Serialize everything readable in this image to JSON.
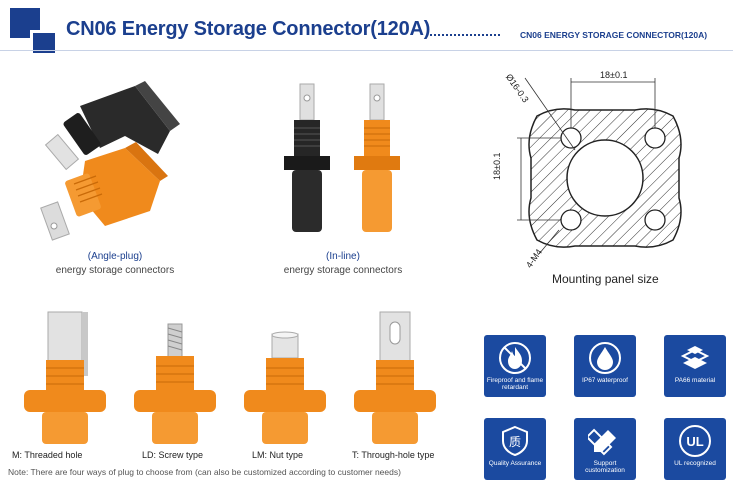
{
  "header": {
    "title": "CN06 Energy Storage Connector(120A)",
    "dots": "...............",
    "subtitle": "CN06 ENERGY STORAGE CONNECTOR(120A)"
  },
  "products": {
    "angle": {
      "line1": "(Angle-plug)",
      "line2": "energy storage connectors"
    },
    "inline": {
      "line1": "(In-line)",
      "line2": "energy storage connectors"
    }
  },
  "drawing": {
    "dim_top": "18±0.1",
    "dim_side": "18±0.1",
    "dim_dia": "Ø16-0.3",
    "dim_hole": "4-M4",
    "caption": "Mounting panel size"
  },
  "variants": [
    {
      "label": "M: Threaded hole"
    },
    {
      "label": "LD: Screw type"
    },
    {
      "label": "LM: Nut type"
    },
    {
      "label": "T: Through-hole type"
    }
  ],
  "note": "Note: There are four ways of plug to choose from (can also be customized according to customer needs)",
  "badges": [
    {
      "icon": "fire-icon",
      "label": "Fireproof and flame retardant"
    },
    {
      "icon": "water-drop-icon",
      "label": "IP67 waterproof"
    },
    {
      "icon": "material-stack-icon",
      "label": "PA66 material"
    },
    {
      "icon": "quality-shield-icon",
      "label": "Quality Assurance"
    },
    {
      "icon": "pencil-ruler-icon",
      "label": "Support customization"
    },
    {
      "icon": "ul-icon",
      "label": "UL recognized"
    }
  ],
  "colors": {
    "brand": "#1b3f8e",
    "badge": "#1b4aa0",
    "orange": "#f08a1c",
    "black": "#222222"
  }
}
